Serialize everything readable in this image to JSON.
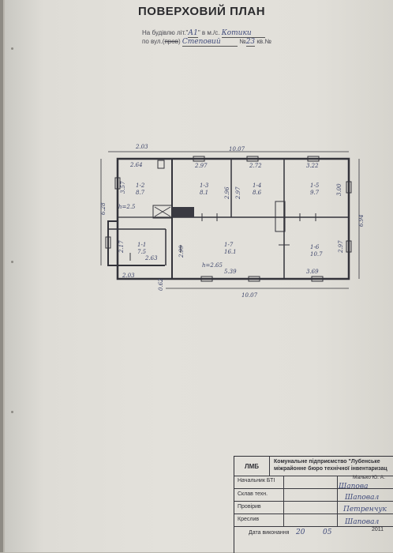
{
  "document": {
    "title": "ПОВЕРХОВИЙ ПЛАН",
    "building_prefix": "На будівлю літ.\"",
    "building_letter": "А1",
    "building_mid": "\" в м./с.",
    "town": "Котики",
    "street_prefix": "по вул.(",
    "street_prefix_struck": "пров",
    "street_close": ")",
    "street": "Степовий",
    "house_label": "№",
    "house_number": "23",
    "apartment_label": "кв.№"
  },
  "plan": {
    "overall_width_top": "10.07",
    "overall_width_bottom": "10.07",
    "left_extension_top": "2.03",
    "left_extension_bottom": "2.03",
    "left_total_height": "6.28",
    "right_total_height": "6.94",
    "height_label": "h=2.5",
    "height_label_2": "h=2.65",
    "rooms": [
      {
        "id": "1-1",
        "area": "7.5"
      },
      {
        "id": "1-2",
        "area": "8.7"
      },
      {
        "id": "1-3",
        "area": "8.1"
      },
      {
        "id": "1-4",
        "area": "8.6"
      },
      {
        "id": "1-5",
        "area": "9.7"
      },
      {
        "id": "1-6",
        "area": "10.7"
      },
      {
        "id": "1-7",
        "area": "16.1"
      }
    ],
    "dims": {
      "r12_top": "2.64",
      "r12_side": "3.57",
      "r13_top": "2.97",
      "r13_side": "2.96",
      "r14_top": "2.72",
      "r14_side": "2.97",
      "r15_top": "3.22",
      "r15_side": "3.00",
      "r16_side": "2.97",
      "r16_bottom": "3.69",
      "r17_side": "2.99",
      "r17_bottom": "5.39",
      "r11_side": "2.17",
      "r11_bottom": "2.63",
      "small_side": "0.62"
    }
  },
  "stamp": {
    "code": "ЛМБ",
    "org_line1": "Комунальне підприємство \"Лубенське",
    "org_line2": "міжрайонне бюро технічної інвентаризац",
    "head_label": "Начальник БТІ",
    "head_name": "Малько Ю. А.",
    "tech_label": "Склав техн.",
    "checked_label": "Провірив",
    "drawn_label": "Креслив",
    "date_label": "Дата виконання",
    "date_day": "20",
    "date_month": "05",
    "date_year": "2011",
    "sig_head": "Шапова",
    "sig_tech": "Шаповал",
    "sig_checked": "Петренчук",
    "sig_drawn": "Шаповал"
  }
}
